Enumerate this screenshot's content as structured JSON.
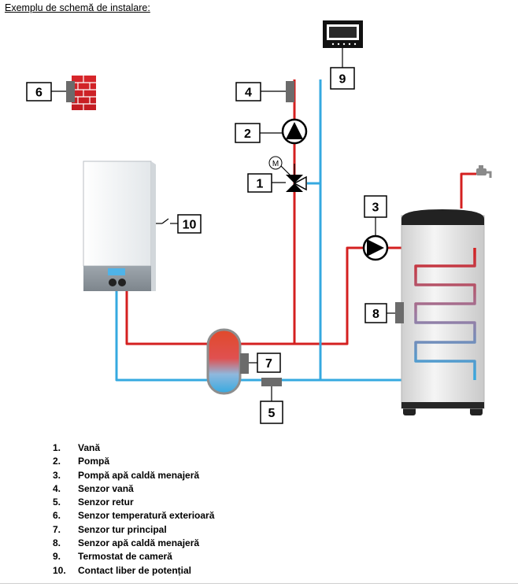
{
  "heading": "Exemplu de schemă de instalare:",
  "components": [
    {
      "id": "1",
      "name": "Vană"
    },
    {
      "id": "2",
      "name": "Pompă"
    },
    {
      "id": "3",
      "name": "Pompă apă caldă menajeră"
    },
    {
      "id": "4",
      "name": "Senzor vană"
    },
    {
      "id": "5",
      "name": "Senzor retur"
    },
    {
      "id": "6",
      "name": "Senzor temperatură exterioară"
    },
    {
      "id": "7",
      "name": "Senzor tur principal"
    },
    {
      "id": "8",
      "name": "Senzor apă caldă menajeră"
    },
    {
      "id": "9",
      "name": "Termostat de cameră"
    },
    {
      "id": "10",
      "name": "Contact liber de potențial"
    }
  ],
  "motor_symbol": "M",
  "colors": {
    "supply": "#d42020",
    "return": "#35a9e0",
    "boiler": "#f2f4f5",
    "tank": "#e6e6e6"
  }
}
